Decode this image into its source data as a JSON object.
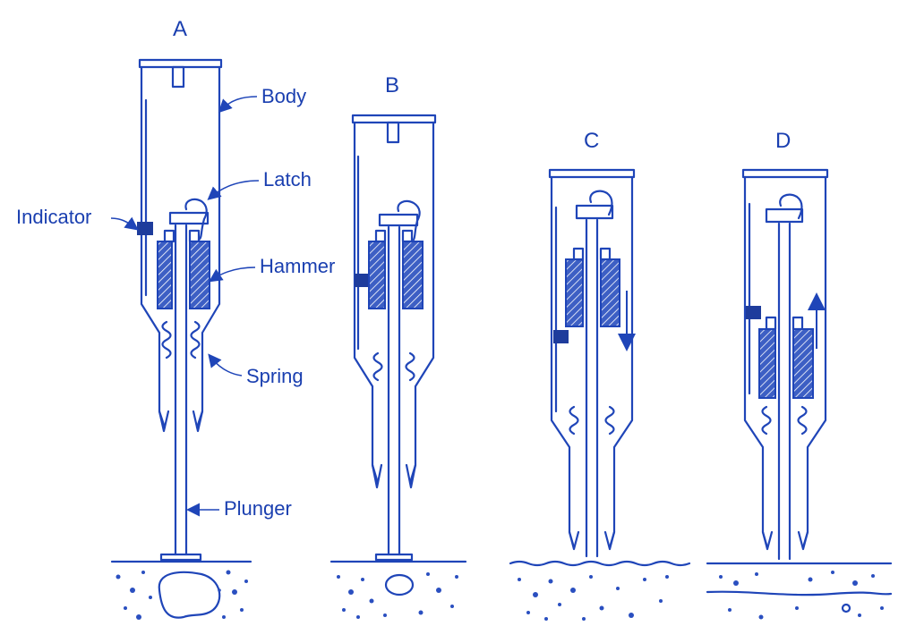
{
  "panels": [
    {
      "id": "A",
      "label": "A"
    },
    {
      "id": "B",
      "label": "B"
    },
    {
      "id": "C",
      "label": "C"
    },
    {
      "id": "D",
      "label": "D"
    }
  ],
  "labels": {
    "body": "Body",
    "latch": "Latch",
    "indicator": "Indicator",
    "hammer": "Hammer",
    "spring": "Spring",
    "plunger": "Plunger"
  },
  "colors": {
    "ink": "#1f45b8",
    "fill": "#1e3c9c"
  }
}
